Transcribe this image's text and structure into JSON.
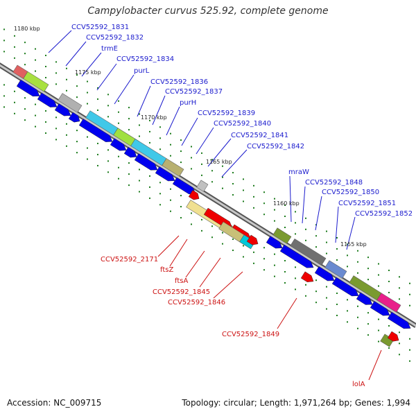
{
  "title": "Campylobacter curvus 525.92, complete genome",
  "footer": {
    "accession": "Accession: NC_009715",
    "summary": "Topology: circular; Length: 1,971,264 bp; Genes: 1,994"
  },
  "kbp_labels": [
    "1180 kbp",
    "1175 kbp",
    "1170 kbp",
    "1165 kbp",
    "1160 kbp",
    "1155 kbp"
  ],
  "forward_labels": [
    "CCV52592_1831",
    "CCV52592_1832",
    "trmE",
    "CCV52592_1834",
    "purL",
    "CCV52592_1836",
    "CCV52592_1837",
    "purH",
    "CCV52592_1839",
    "CCV52592_1840",
    "CCV52592_1841",
    "CCV52592_1842",
    "mraW",
    "CCV52592_1848",
    "CCV52592_1850",
    "CCV52592_1851",
    "CCV52592_1852"
  ],
  "reverse_labels": [
    "CCV52592_2171",
    "ftsZ",
    "ftsA",
    "CCV52592_1845",
    "CCV52592_1846",
    "CCV52592_1849",
    "lolA"
  ],
  "colors": {
    "forward_label": "#1a1acd",
    "reverse_label": "#cc1111",
    "cds_forward": "#0000ee",
    "cds_reverse": "#ee0000",
    "backbone": "#777777",
    "tick": "#1a7a1a"
  }
}
